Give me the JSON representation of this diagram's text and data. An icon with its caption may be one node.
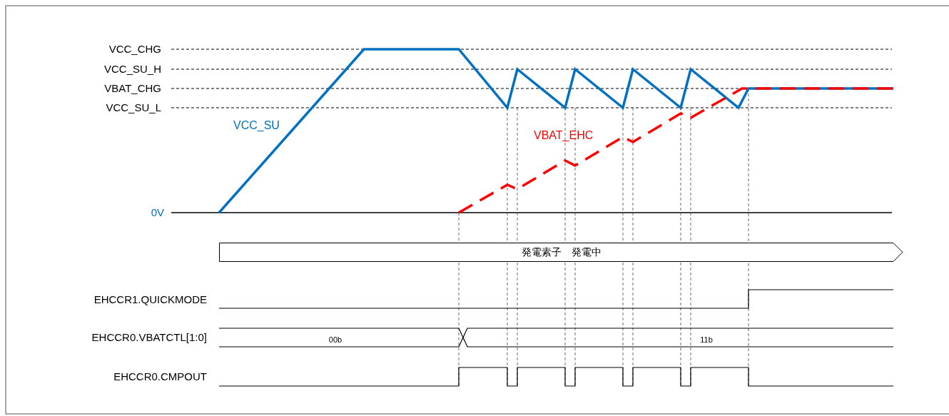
{
  "diagram": {
    "nodes": [
      {
        "text": [
          "発電素子　発電中"
        ]
      }
    ],
    "labels": [
      "VCC_CHG",
      "VCC_SU_H",
      "VBAT_CHG",
      "VCC_SU_L",
      "VCC_SU",
      "VBAT_EHC",
      "0V",
      "EHCCR1.QUICKMODE",
      "EHCCR0.VBATCTL[1:0]",
      "00b",
      "11b",
      "EHCCR0.CMPOUT"
    ]
  }
}
